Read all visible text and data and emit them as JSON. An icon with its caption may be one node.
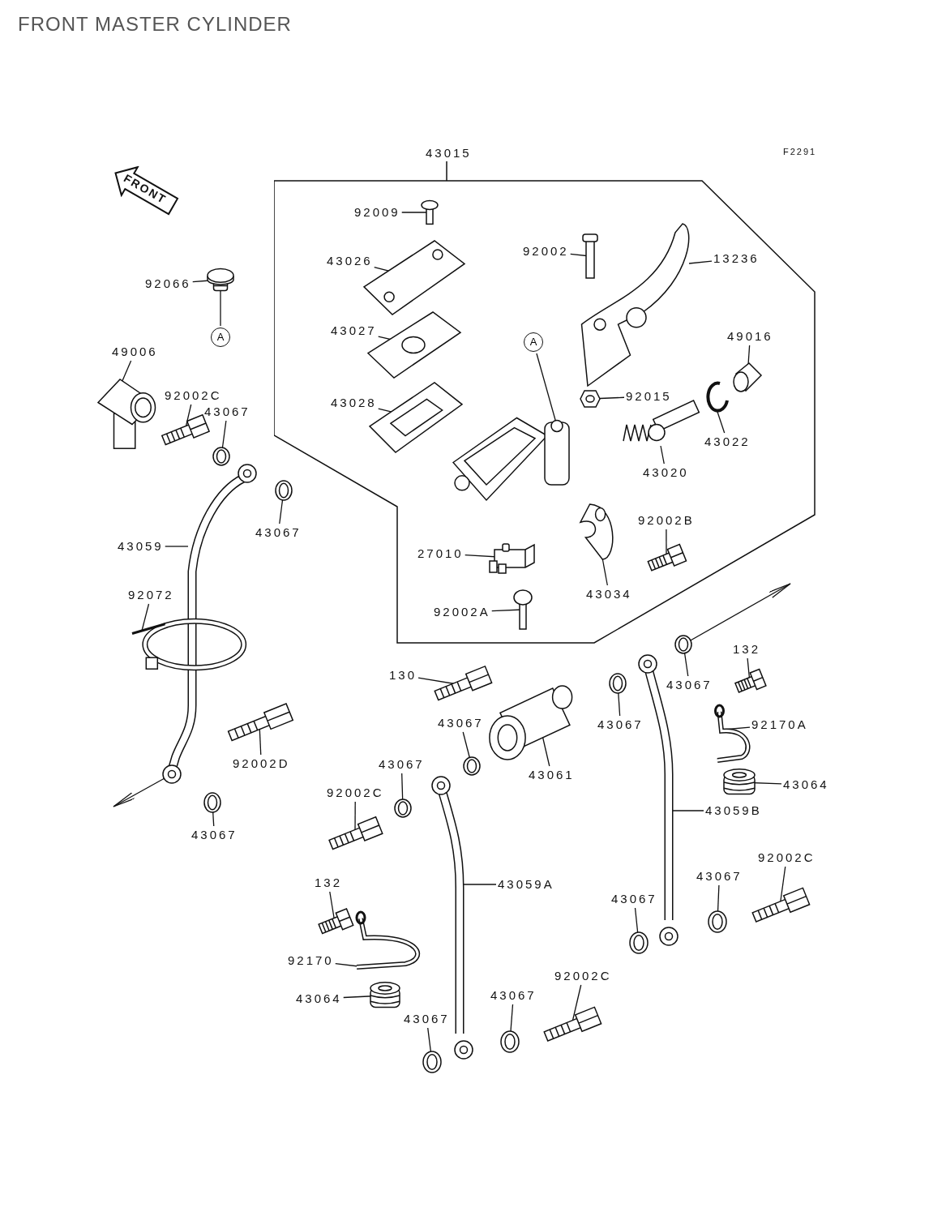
{
  "diagram": {
    "title": "FRONT MASTER CYLINDER",
    "nodes": [
      {
        "text": [
          "43015"
        ]
      },
      {
        "text": [
          "92009"
        ],
        "in": 0
      },
      {
        "text": [],
        "shape": "picture",
        "in": 0
      },
      {
        "text": [
          "43026"
        ],
        "in": 0
      },
      {
        "text": [],
        "shape": "picture",
        "in": 0
      },
      {
        "text": [
          "43027"
        ],
        "in": 0
      },
      {
        "text": [],
        "shape": "picture",
        "in": 0
      },
      {
        "text": [
          "43028"
        ],
        "in": 0
      },
      {
        "text": [],
        "shape": "picture",
        "in": 0
      },
      {
        "text": [
          "92002"
        ],
        "in": 0
      },
      {
        "text": [],
        "shape": "picture",
        "in": 0
      },
      {
        "text": [
          "13236"
        ],
        "in": 0
      },
      {
        "text": [],
        "shape": "picture",
        "in": 0
      },
      {
        "text": [
          "49016"
        ],
        "in": 0
      },
      {
        "text": [],
        "shape": "picture",
        "in": 0
      },
      {
        "text": [
          "92015"
        ],
        "in": 0
      },
      {
        "text": [],
        "shape": "picture",
        "in": 0
      },
      {
        "text": [
          "43022"
        ],
        "in": 0
      },
      {
        "text": [],
        "shape": "picture",
        "in": 0
      },
      {
        "text": [
          "43020"
        ],
        "in": 0
      },
      {
        "text": [],
        "shape": "picture",
        "in": 0
      },
      {
        "text": [
          "A"
        ],
        "in": 0
      },
      {
        "text": [],
        "shape": "picture",
        "in": 0
      },
      {
        "text": [
          "92002B"
        ],
        "in": 0
      },
      {
        "text": [],
        "shape": "picture",
        "in": 0
      },
      {
        "text": [
          "27010"
        ],
        "in": 0
      },
      {
        "text": [],
        "shape": "picture",
        "in": 0
      },
      {
        "text": [
          "43034"
        ],
        "in": 0
      },
      {
        "text": [],
        "shape": "picture",
        "in": 0
      },
      {
        "text": [
          "92002A"
        ],
        "in": 0
      },
      {
        "text": [],
        "shape": "picture",
        "in": 0
      },
      {
        "text": [
          "92066"
        ]
      },
      {
        "text": [],
        "shape": "picture"
      },
      {
        "text": [
          "A"
        ]
      },
      {
        "text": [
          "49006"
        ]
      },
      {
        "text": [],
        "shape": "picture"
      },
      {
        "text": [
          "92002C"
        ]
      },
      {
        "text": [],
        "shape": "picture"
      },
      {
        "text": [
          "43067"
        ]
      },
      {
        "text": [],
        "shape": "picture"
      },
      {
        "text": [
          "43059"
        ]
      },
      {
        "text": [],
        "shape": "picture"
      },
      {
        "text": [
          "43067"
        ]
      },
      {
        "text": [],
        "shape": "picture"
      },
      {
        "text": [
          "92072"
        ]
      },
      {
        "text": [],
        "shape": "picture"
      },
      {
        "text": [
          "92002D"
        ]
      },
      {
        "text": [],
        "shape": "picture"
      },
      {
        "text": [
          "43067"
        ]
      },
      {
        "text": [],
        "shape": "picture"
      },
      {
        "text": [
          "130"
        ]
      },
      {
        "text": [],
        "shape": "picture"
      },
      {
        "text": [
          "43067"
        ]
      },
      {
        "text": [],
        "shape": "picture"
      },
      {
        "text": [
          "43061"
        ]
      },
      {
        "text": [],
        "shape": "picture"
      },
      {
        "text": [
          "43067"
        ]
      },
      {
        "text": [],
        "shape": "picture"
      },
      {
        "text": [
          "43067"
        ]
      },
      {
        "text": [],
        "shape": "picture"
      },
      {
        "text": [
          "132"
        ]
      },
      {
        "text": [],
        "shape": "picture"
      },
      {
        "text": [
          "92170A"
        ]
      },
      {
        "text": [],
        "shape": "picture"
      },
      {
        "text": [
          "43064"
        ]
      },
      {
        "text": [],
        "shape": "picture"
      },
      {
        "text": [
          "43059B"
        ]
      },
      {
        "text": [],
        "shape": "picture"
      },
      {
        "text": [
          "92002C"
        ]
      },
      {
        "text": [],
        "shape": "picture"
      },
      {
        "text": [
          "43067"
        ]
      },
      {
        "text": [],
        "shape": "picture"
      },
      {
        "text": [
          "43059A"
        ]
      },
      {
        "text": [],
        "shape": "picture"
      },
      {
        "text": [
          "132"
        ]
      },
      {
        "text": [],
        "shape": "picture"
      },
      {
        "text": [
          "92170"
        ]
      },
      {
        "text": [],
        "shape": "picture"
      },
      {
        "text": [
          "43064"
        ]
      },
      {
        "text": [],
        "shape": "picture"
      },
      {
        "text": [
          "43067"
        ]
      },
      {
        "text": [],
        "shape": "picture"
      },
      {
        "text": [
          "43067"
        ]
      },
      {
        "text": [],
        "shape": "picture"
      },
      {
        "text": [
          "92002C"
        ]
      },
      {
        "text": [],
        "shape": "picture"
      },
      {
        "text": [
          "43067"
        ]
      },
      {
        "text": [],
        "shape": "picture"
      },
      {
        "text": [
          "43067"
        ]
      },
      {
        "text": [],
        "shape": "picture"
      },
      {
        "text": [
          "92002C"
        ]
      },
      {
        "text": [],
        "shape": "picture"
      }
    ],
    "edges": [
      {
        "from": 1,
        "to": 2,
        "arrow": "none"
      },
      {
        "from": 3,
        "to": 4,
        "arrow": "none"
      },
      {
        "from": 5,
        "to": 6,
        "arrow": "none"
      },
      {
        "from": 7,
        "to": 8,
        "arrow": "none"
      },
      {
        "from": 9,
        "to": 10,
        "arrow": "none"
      },
      {
        "from": 11,
        "to": 12,
        "arrow": "none"
      },
      {
        "from": 13,
        "to": 14,
        "arrow": "none"
      },
      {
        "from": 15,
        "to": 16,
        "arrow": "none"
      },
      {
        "from": 17,
        "to": 18,
        "arrow": "none"
      },
      {
        "from": 19,
        "to": 20,
        "arrow": "none"
      },
      {
        "from": 21,
        "to": 22,
        "arrow": "none"
      },
      {
        "from": 23,
        "to": 24,
        "arrow": "none"
      },
      {
        "from": 25,
        "to": 26,
        "arrow": "none"
      },
      {
        "from": 27,
        "to": 28,
        "arrow": "none"
      },
      {
        "from": 29,
        "to": 30,
        "arrow": "none"
      },
      {
        "from": 31,
        "to": 32,
        "arrow": "none"
      },
      {
        "from": 32,
        "to": 33,
        "arrow": "none"
      },
      {
        "from": 34,
        "to": 35,
        "arrow": "none"
      },
      {
        "from": 36,
        "to": 37,
        "arrow": "none"
      },
      {
        "from": 38,
        "to": 39,
        "arrow": "none"
      },
      {
        "from": 40,
        "to": 41,
        "arrow": "none"
      },
      {
        "from": 42,
        "to": 43,
        "arrow": "none"
      },
      {
        "from": 44,
        "to": 45,
        "arrow": "none"
      },
      {
        "from": 46,
        "to": 47,
        "arrow": "none"
      },
      {
        "from": 48,
        "to": 49,
        "arrow": "none"
      },
      {
        "from": 50,
        "to": 51,
        "arrow": "none"
      },
      {
        "from": 52,
        "to": 53,
        "arrow": "none"
      },
      {
        "from": 54,
        "to": 55,
        "arrow": "none"
      },
      {
        "from": 56,
        "to": 57,
        "arrow": "none"
      },
      {
        "from": 58,
        "to": 59,
        "arrow": "none"
      },
      {
        "from": 60,
        "to": 61,
        "arrow": "none"
      },
      {
        "from": 62,
        "to": 63,
        "arrow": "none"
      },
      {
        "from": 64,
        "to": 65,
        "arrow": "none"
      },
      {
        "from": 66,
        "to": 67,
        "arrow": "none"
      },
      {
        "from": 68,
        "to": 69,
        "arrow": "none"
      },
      {
        "from": 70,
        "to": 71,
        "arrow": "none"
      },
      {
        "from": 72,
        "to": 73,
        "arrow": "none"
      },
      {
        "from": 74,
        "to": 75,
        "arrow": "none"
      },
      {
        "from": 76,
        "to": 77,
        "arrow": "none"
      },
      {
        "from": 78,
        "to": 79,
        "arrow": "none"
      },
      {
        "from": 80,
        "to": 81,
        "arrow": "none"
      },
      {
        "from": 82,
        "to": 83,
        "arrow": "none"
      },
      {
        "from": 84,
        "to": 85,
        "arrow": "none"
      },
      {
        "from": 86,
        "to": 87,
        "arrow": "none"
      },
      {
        "from": 88,
        "to": 89,
        "arrow": "none"
      },
      {
        "from": 90,
        "to": 91,
        "arrow": "none"
      },
      {
        "from": 41,
        "to": null,
        "arrow": "to"
      },
      {
        "from": 59,
        "to": null,
        "arrow": "to"
      }
    ],
    "labels": [
      "F2291",
      "FRONT"
    ]
  }
}
